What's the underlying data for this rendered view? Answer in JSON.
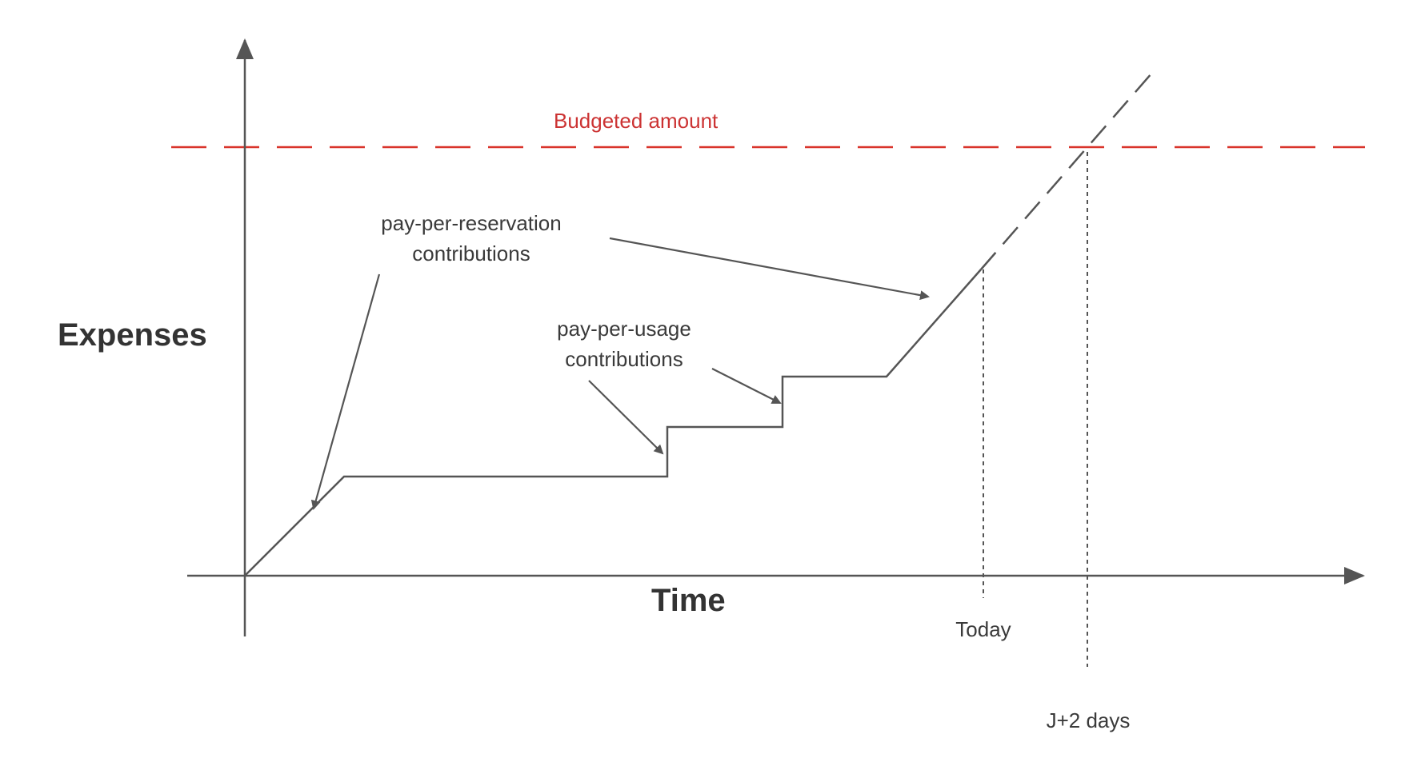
{
  "axes": {
    "y_label": "Expenses",
    "x_label": "Time"
  },
  "budget": {
    "label": "Budgeted amount",
    "color": "#d9342b"
  },
  "annotations": {
    "reservation": {
      "line1": "pay-per-reservation",
      "line2": "contributions"
    },
    "usage": {
      "line1": "pay-per-usage",
      "line2": "contributions"
    }
  },
  "markers": {
    "today": "Today",
    "projection": "J+2 days"
  },
  "colors": {
    "line": "#555555",
    "text": "#333333"
  }
}
